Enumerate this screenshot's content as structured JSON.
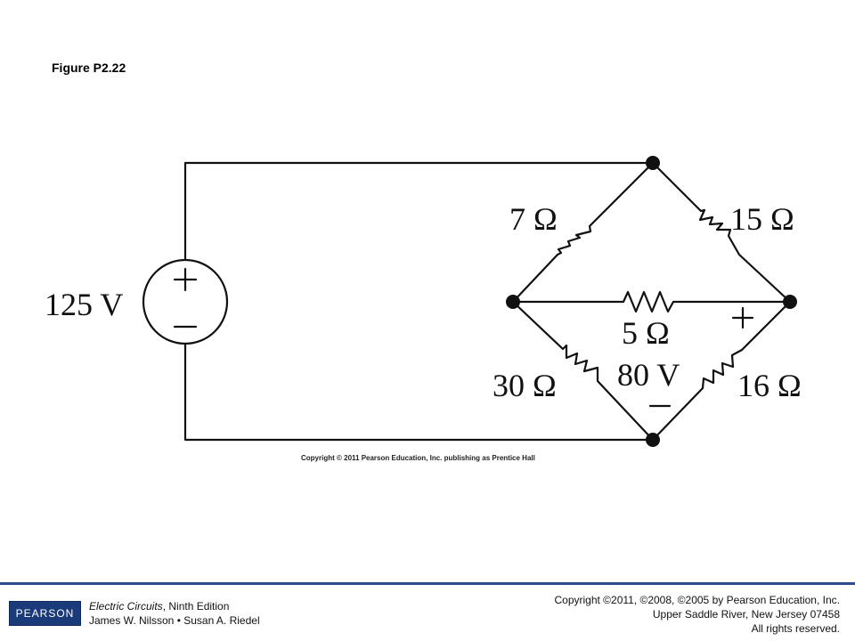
{
  "figure": {
    "title": "Figure P2.22",
    "copyright": "Copyright © 2011 Pearson Education, Inc. publishing as Prentice Hall"
  },
  "circuit": {
    "source_label": "125 V",
    "source_plus": "+",
    "source_minus": "−",
    "resistors": {
      "top_left": "7 Ω",
      "top_right": "15 Ω",
      "middle": "5 Ω",
      "bottom_left": "30 Ω",
      "bottom_right": "16 Ω"
    },
    "voltage_label": "80 V",
    "voltage_plus": "+",
    "voltage_minus": "−"
  },
  "footer": {
    "logo": "PEARSON",
    "book_title": "Electric Circuits",
    "book_edition": ", Ninth Edition",
    "authors": "James W. Nilsson • Susan A. Riedel",
    "copyright_line1": "Copyright ©2011, ©2008, ©2005 by Pearson Education, Inc.",
    "copyright_line2": "Upper Saddle River, New Jersey 07458",
    "copyright_line3": "All rights reserved."
  }
}
